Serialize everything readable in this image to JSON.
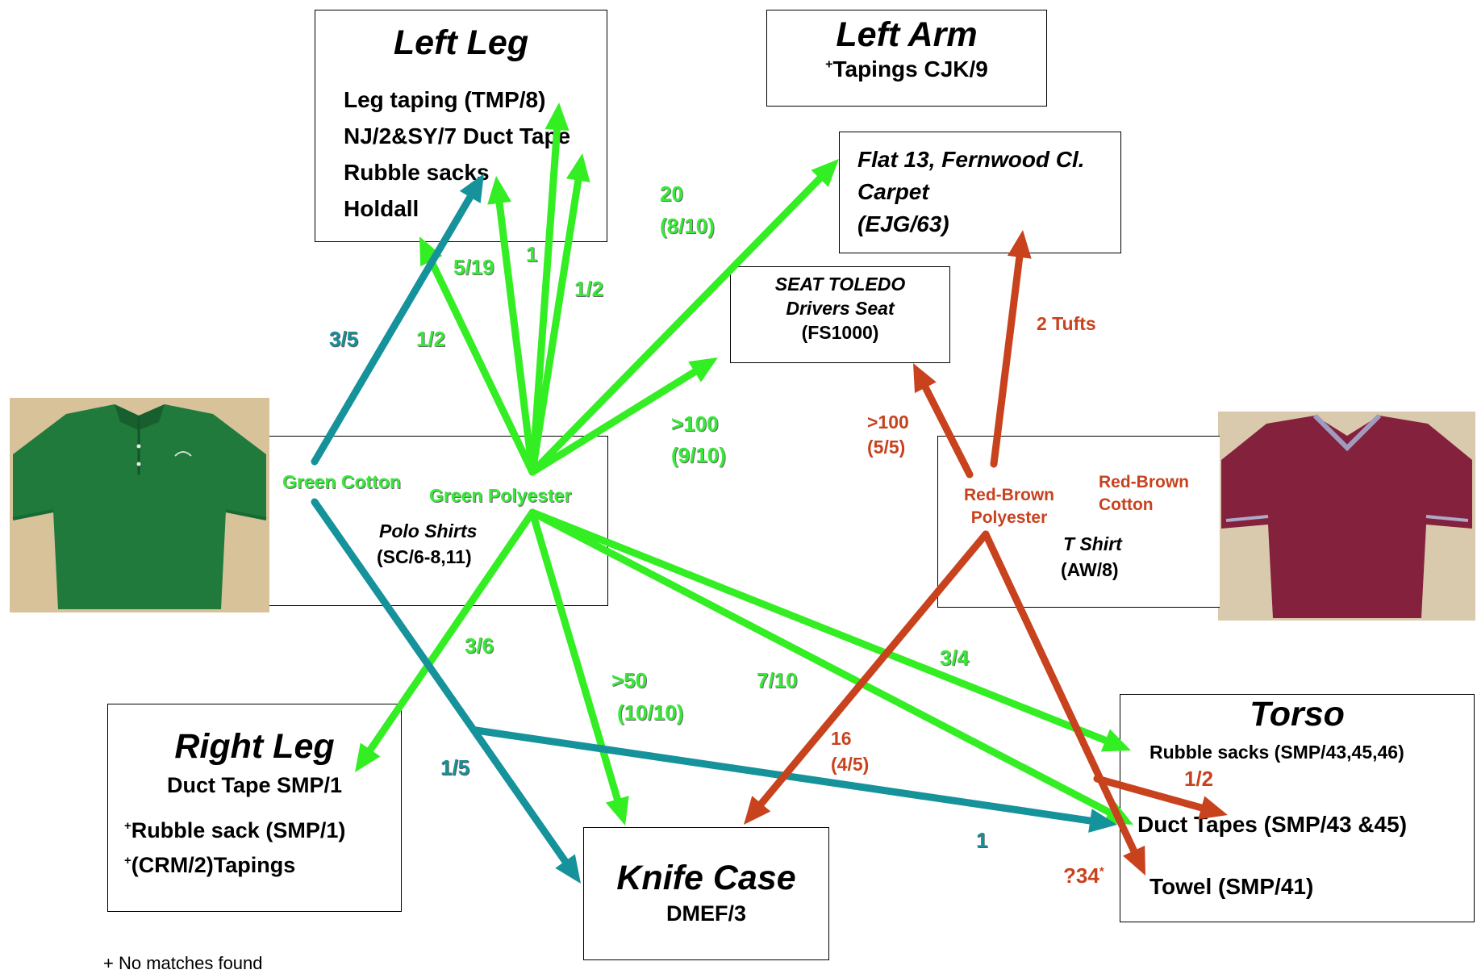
{
  "colors": {
    "green": "#33ee22",
    "teal": "#16929b",
    "red": "#c8421e"
  },
  "boxes": {
    "left_leg": {
      "title": "Left Leg",
      "lines": [
        "Leg taping (TMP/8)",
        "NJ/2&SY/7 Duct Tape",
        "Rubble sacks",
        "Holdall"
      ]
    },
    "left_arm": {
      "title": "Left Arm",
      "sup": "+",
      "line": "Tapings CJK/9"
    },
    "flat13": {
      "lines": [
        "Flat 13, Fernwood Cl.",
        "Carpet",
        "(EJG/63)"
      ]
    },
    "seat": {
      "lines": [
        "SEAT TOLEDO",
        "Drivers Seat",
        "(FS1000)"
      ]
    },
    "polo": {
      "green_cotton": "Green Cotton",
      "green_polyester": "Green Polyester",
      "name": "Polo Shirts",
      "code": "(SC/6-8,11)"
    },
    "tshirt": {
      "rb_polyester_1": "Red-Brown",
      "rb_polyester_2": "Polyester",
      "rb_cotton_1": "Red-Brown",
      "rb_cotton_2": "Cotton",
      "name": "T Shirt",
      "code": "(AW/8)"
    },
    "right_leg": {
      "title": "Right Leg",
      "line1": "Duct Tape SMP/1",
      "sup": "+",
      "line2": "Rubble sack (SMP/1)",
      "line3": "(CRM/2)Tapings"
    },
    "knife": {
      "title": "Knife Case",
      "code": "DMEF/3"
    },
    "torso": {
      "title": "Torso",
      "line1": "Rubble sacks (SMP/43,45,46)",
      "line2": "Duct Tapes (SMP/43 &45)",
      "line3": "Towel (SMP/41)"
    }
  },
  "labels": {
    "g_20": "20",
    "g_8_10": "(8/10)",
    "g_5_19": "5/19",
    "g_1": "1",
    "g_1_2a": "1/2",
    "g_1_2b": "1/2",
    "t_3_5": "3/5",
    "g_gt100": ">100",
    "g_9_10": "(9/10)",
    "r_2tufts": "2 Tufts",
    "r_gt100": ">100",
    "r_5_5": "(5/5)",
    "g_3_6": "3/6",
    "g_gt50": ">50",
    "g_10_10": "(10/10)",
    "g_7_10": "7/10",
    "g_3_4": "3/4",
    "t_1_5": "1/5",
    "t_1": "1",
    "r_16": "16",
    "r_4_5": "(4/5)",
    "r_1_2": "1/2",
    "r_q34": "?34",
    "r_q34_sup": "*"
  },
  "footnote": "+ No matches found",
  "photos": {
    "polo": "green-polo-shirt-photo",
    "tshirt": "maroon-t-shirt-photo"
  }
}
